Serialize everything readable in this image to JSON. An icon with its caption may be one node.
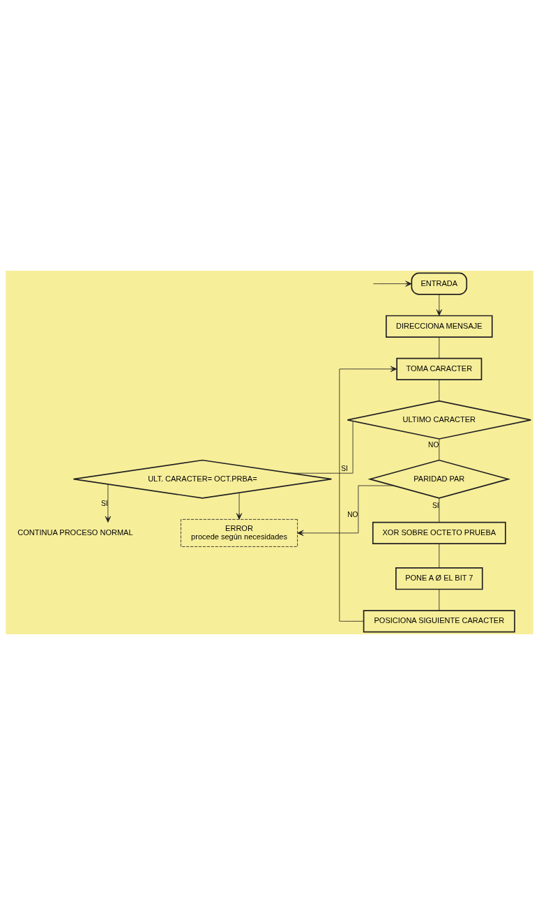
{
  "diagram": {
    "nodes": [
      {
        "text": [
          "ENTRADA"
        ]
      },
      {
        "text": [
          "DIRECCIONA MENSAJE"
        ]
      },
      {
        "text": [
          "TOMA CARACTER"
        ]
      },
      {
        "text": [
          "ULTIMO CARACTER"
        ]
      },
      {
        "text": [
          "ULT. CARACTER= OCT.PRBA="
        ]
      },
      {
        "text": [
          "CONTINUA PROCESO NORMAL"
        ]
      },
      {
        "text": [
          "ERROR",
          "procede según necesidades"
        ]
      },
      {
        "text": [
          "PARIDAD PAR"
        ]
      },
      {
        "text": [
          "XOR SOBRE OCTETO PRUEBA"
        ]
      },
      {
        "text": [
          "PONE A Ø EL BIT 7"
        ]
      },
      {
        "text": [
          "POSICIONA SIGUIENTE CARACTER"
        ]
      }
    ],
    "edges": [
      {
        "from": null,
        "to": 0,
        "arrow": "to"
      },
      {
        "from": 0,
        "to": 1,
        "arrow": "to"
      },
      {
        "from": 1,
        "to": 2,
        "arrow": "none"
      },
      {
        "from": 2,
        "to": 3,
        "arrow": "none"
      },
      {
        "from": 3,
        "to": 4,
        "arrow": "none",
        "label": "SI"
      },
      {
        "from": 4,
        "to": 5,
        "arrow": "to",
        "label": "SI"
      },
      {
        "from": 4,
        "to": 6,
        "arrow": "to"
      },
      {
        "from": 3,
        "to": 7,
        "arrow": "none",
        "label": "NO"
      },
      {
        "from": 7,
        "to": 6,
        "arrow": "to",
        "label": "NO"
      },
      {
        "from": 7,
        "to": 8,
        "arrow": "none",
        "label": "SI"
      },
      {
        "from": 8,
        "to": 9,
        "arrow": "none"
      },
      {
        "from": 9,
        "to": 10,
        "arrow": "none"
      },
      {
        "from": 10,
        "to": 2,
        "arrow": "to"
      }
    ]
  }
}
